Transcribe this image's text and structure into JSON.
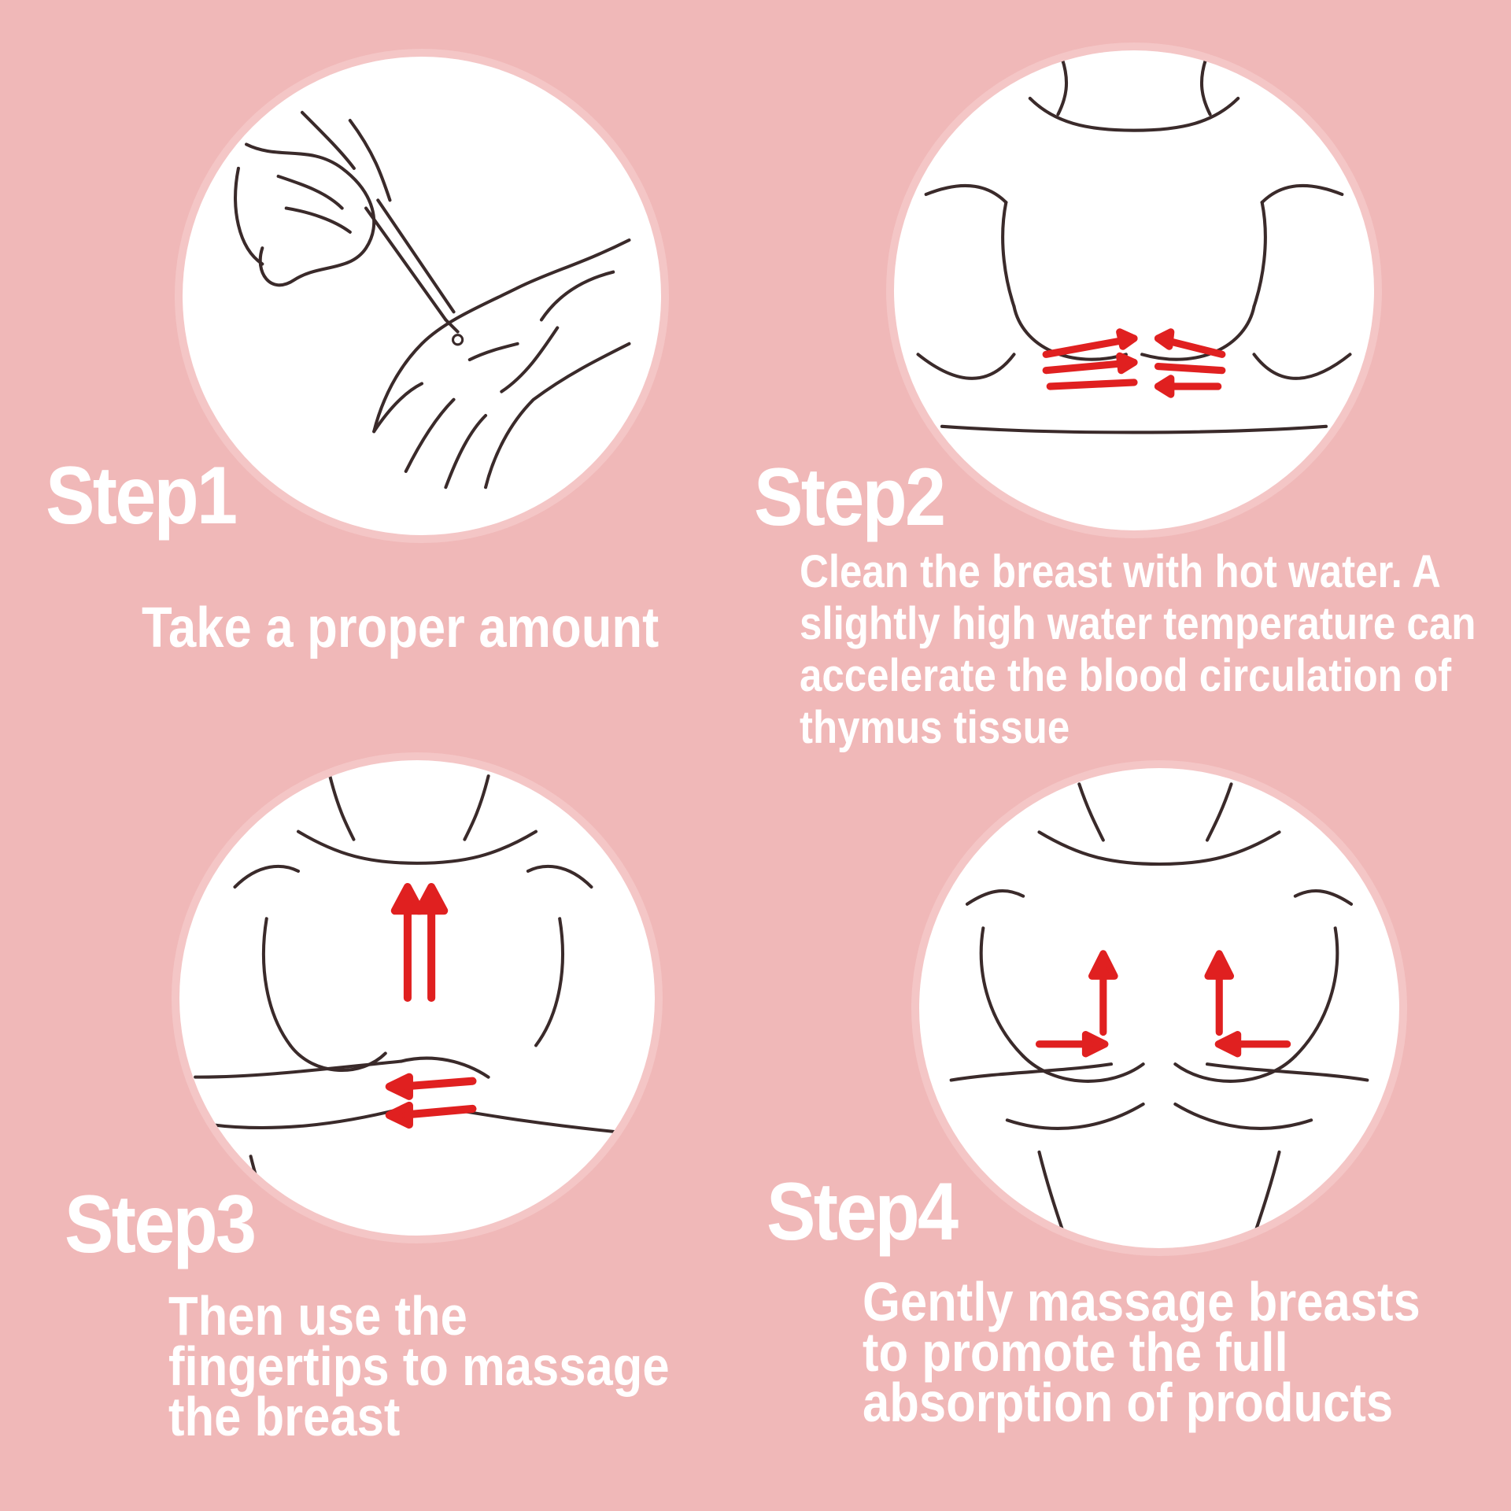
{
  "steps": [
    {
      "title": "Step1",
      "description": [
        "Take a proper amount"
      ],
      "illustration": "dropper-hand-icon"
    },
    {
      "title": "Step2",
      "description": [
        "Clean the breast with hot water. A",
        "slightly high water temperature can",
        "accelerate the blood circulation of",
        "thymus tissue"
      ],
      "illustration": "chest-horizontal-arrows-icon"
    },
    {
      "title": "Step3",
      "description": [
        "Then use the",
        "fingertips to massage",
        "the breast"
      ],
      "illustration": "chest-upward-arrows-icon"
    },
    {
      "title": "Step4",
      "description": [
        "Gently massage breasts",
        "to promote the full",
        "absorption of products"
      ],
      "illustration": "chest-corner-arrows-icon"
    }
  ],
  "colors": {
    "background": "#f0b8b8",
    "circle": "#ffffff",
    "arrow": "#e02020",
    "text": "#ffffff"
  }
}
